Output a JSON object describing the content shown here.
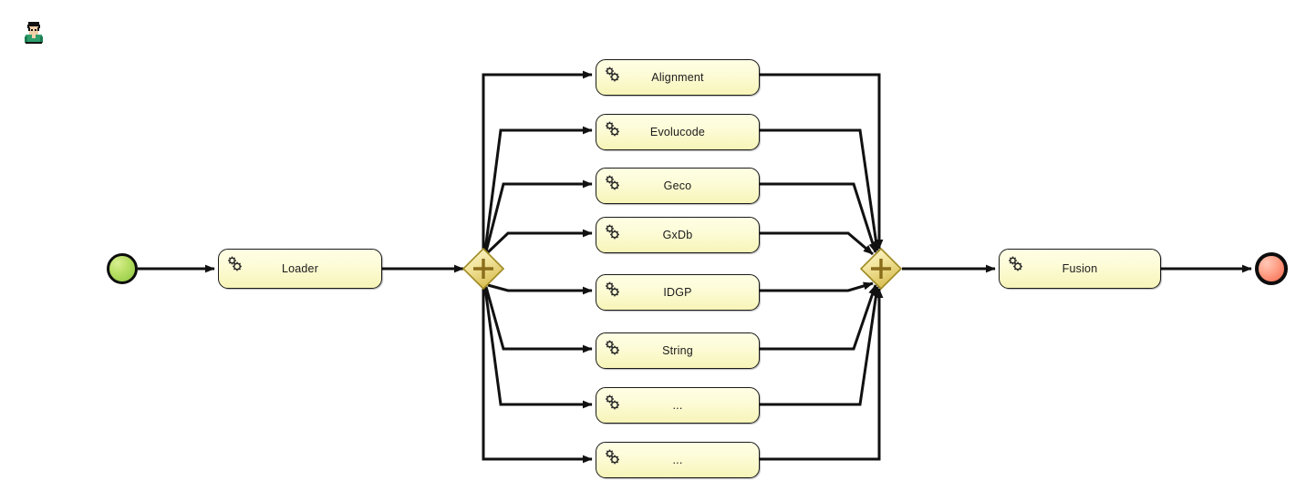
{
  "diagram": {
    "type": "bpmn-workflow",
    "title": "",
    "background_color": "#ffffff",
    "palette": {
      "task_fill_top": "#fefee4",
      "task_fill_bottom": "#f7f5b8",
      "task_border": "#1a1a1a",
      "gateway_fill": "#f2e9a8",
      "gateway_border": "#a08a22",
      "gateway_symbol": "#8a6d1b",
      "start_event_fill": "#8cc63f",
      "end_event_fill": "#f4664a",
      "connector_color": "#111111"
    }
  },
  "participant": {
    "icon": "user-avatar-icon",
    "shirt_color": "#2e9e6b",
    "hair_color": "#1a1a1a",
    "skin_color": "#f2cfa8"
  },
  "events": [
    {
      "id": "start",
      "name": "start-event",
      "icon": "start-event-circle",
      "label": ""
    },
    {
      "id": "end",
      "name": "end-event",
      "icon": "end-event-circle",
      "label": ""
    }
  ],
  "gateways": [
    {
      "id": "split",
      "name": "parallel-gateway-split",
      "symbol": "+",
      "label": ""
    },
    {
      "id": "join",
      "name": "parallel-gateway-join",
      "symbol": "+",
      "label": ""
    }
  ],
  "tasks": {
    "loader": {
      "label": "Loader",
      "icon": "service-task-gears-icon"
    },
    "fusion": {
      "label": "Fusion",
      "icon": "service-task-gears-icon"
    },
    "parallel": [
      {
        "label": "Alignment",
        "icon": "service-task-gears-icon"
      },
      {
        "label": "Evolucode",
        "icon": "service-task-gears-icon"
      },
      {
        "label": "Geco",
        "icon": "service-task-gears-icon"
      },
      {
        "label": "GxDb",
        "icon": "service-task-gears-icon"
      },
      {
        "label": "IDGP",
        "icon": "service-task-gears-icon"
      },
      {
        "label": "String",
        "icon": "service-task-gears-icon"
      },
      {
        "label": "...",
        "icon": "service-task-gears-icon"
      },
      {
        "label": "...",
        "icon": "service-task-gears-icon"
      }
    ]
  },
  "flows": [
    {
      "from": "start",
      "to": "loader"
    },
    {
      "from": "loader",
      "to": "split"
    },
    {
      "from": "split",
      "to": "Alignment"
    },
    {
      "from": "split",
      "to": "Evolucode"
    },
    {
      "from": "split",
      "to": "Geco"
    },
    {
      "from": "split",
      "to": "GxDb"
    },
    {
      "from": "split",
      "to": "IDGP"
    },
    {
      "from": "split",
      "to": "String"
    },
    {
      "from": "split",
      "to": "..."
    },
    {
      "from": "split",
      "to": "..."
    },
    {
      "from": "Alignment",
      "to": "join"
    },
    {
      "from": "Evolucode",
      "to": "join"
    },
    {
      "from": "Geco",
      "to": "join"
    },
    {
      "from": "GxDb",
      "to": "join"
    },
    {
      "from": "IDGP",
      "to": "join"
    },
    {
      "from": "String",
      "to": "join"
    },
    {
      "from": "...",
      "to": "join"
    },
    {
      "from": "...",
      "to": "join"
    },
    {
      "from": "join",
      "to": "fusion"
    },
    {
      "from": "fusion",
      "to": "end"
    }
  ]
}
